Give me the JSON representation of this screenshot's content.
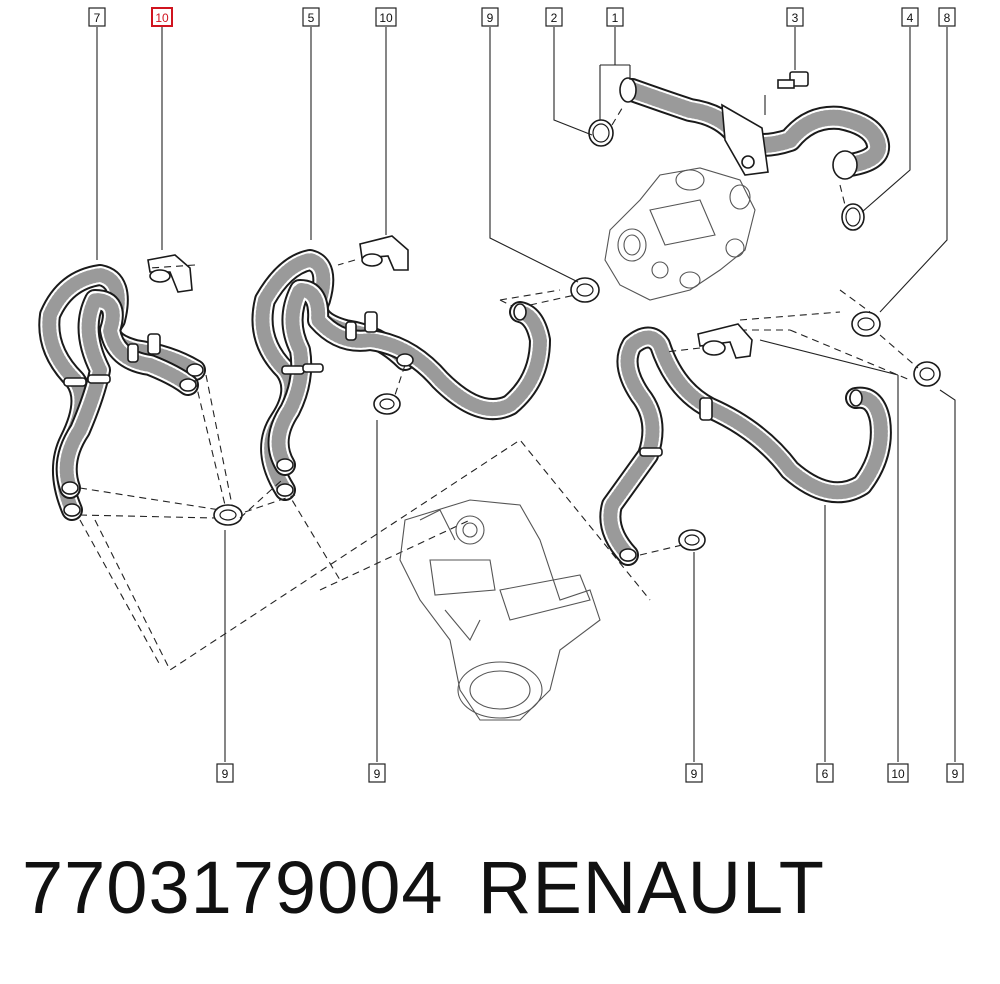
{
  "callouts": {
    "top": [
      "7",
      "10",
      "5",
      "10",
      "9",
      "2",
      "1",
      "3",
      "4",
      "8"
    ],
    "bottom": [
      "9",
      "9",
      "9",
      "6",
      "10",
      "9"
    ]
  },
  "highlight_color": "#d0141f",
  "footer": {
    "part_number": "7703179004",
    "brand": "RENAULT"
  }
}
